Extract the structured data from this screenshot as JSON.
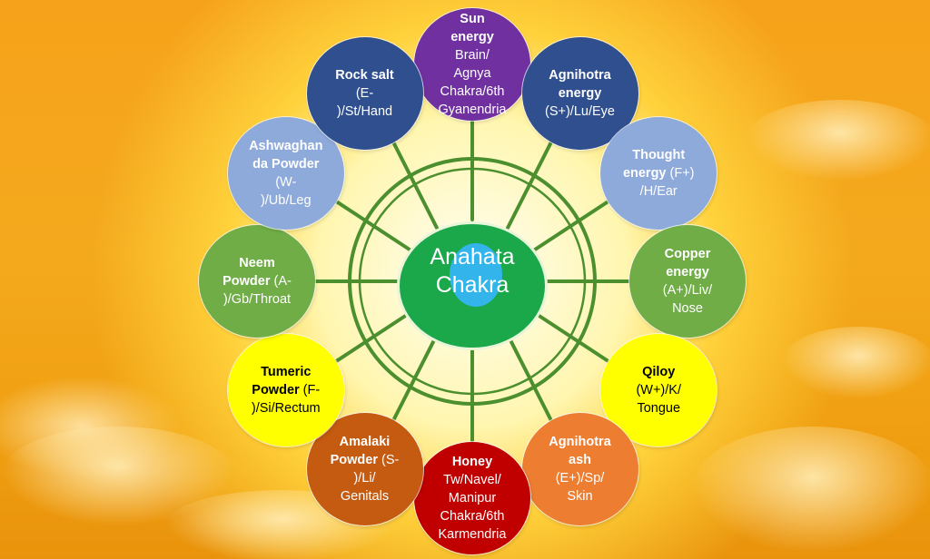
{
  "center": {
    "line1": "Anahata",
    "line2": "Chakra"
  },
  "nodes": [
    {
      "id": "sun-energy",
      "color": "#7030a0",
      "text_color": "#ffffff",
      "bold": [
        "Sun",
        "energy"
      ],
      "normal": [
        "Brain/",
        "Agnya",
        "Chakra/6th",
        "Gyanendria"
      ]
    },
    {
      "id": "agnihotra-energy",
      "color": "#2f4f8f",
      "text_color": "#ffffff",
      "bold": [
        "Agnihotra",
        "energy"
      ],
      "normal": [
        "(S+)/Lu/Eye"
      ]
    },
    {
      "id": "thought-energy",
      "color": "#8eaadb",
      "text_color": "#ffffff",
      "bold": [
        "Thought",
        "energy"
      ],
      "normal": [
        " (F+)",
        "/H/Ear"
      ],
      "inline_second": true
    },
    {
      "id": "copper-energy",
      "color": "#70ad47",
      "text_color": "#ffffff",
      "bold": [
        "Copper",
        "energy"
      ],
      "normal": [
        "(A+)/Liv/",
        "Nose"
      ]
    },
    {
      "id": "qiloy",
      "color": "#ffff00",
      "text_color": "#000000",
      "bold": [
        "Qiloy"
      ],
      "normal": [
        "(W+)/K/",
        "Tongue"
      ]
    },
    {
      "id": "agnihotra-ash",
      "color": "#ed7d31",
      "text_color": "#ffffff",
      "bold": [
        "Agnihotra",
        "ash"
      ],
      "normal": [
        "(E+)/Sp/",
        "Skin"
      ]
    },
    {
      "id": "honey",
      "color": "#c00000",
      "text_color": "#ffffff",
      "bold": [
        "Honey"
      ],
      "normal": [
        "Tw/Navel/",
        "Manipur",
        "Chakra/6th",
        "Karmendria"
      ]
    },
    {
      "id": "amalaki-powder",
      "color": "#c55a11",
      "text_color": "#ffffff",
      "bold": [
        "Amalaki",
        "Powder"
      ],
      "normal": [
        " (S-",
        ")/Li/",
        "Genitals"
      ],
      "inline_second": true
    },
    {
      "id": "tumeric-powder",
      "color": "#ffff00",
      "text_color": "#000000",
      "bold": [
        "Tumeric",
        "Powder"
      ],
      "normal": [
        " (F-",
        ")/Si/Rectum"
      ],
      "inline_second": true
    },
    {
      "id": "neem-powder",
      "color": "#70ad47",
      "text_color": "#ffffff",
      "bold": [
        "Neem",
        "Powder"
      ],
      "normal": [
        " (A-",
        ")/Gb/Throat"
      ],
      "inline_second": true
    },
    {
      "id": "ashwagandha-powder",
      "color": "#8eaadb",
      "text_color": "#ffffff",
      "bold": [
        "Ashwaghan",
        "da Powder"
      ],
      "normal": [
        "(W-",
        ")/Ub/Leg"
      ]
    },
    {
      "id": "rock-salt",
      "color": "#2f4f8f",
      "text_color": "#ffffff",
      "bold": [
        "Rock salt"
      ],
      "normal": [
        "(E-",
        ")/St/Hand"
      ]
    }
  ]
}
